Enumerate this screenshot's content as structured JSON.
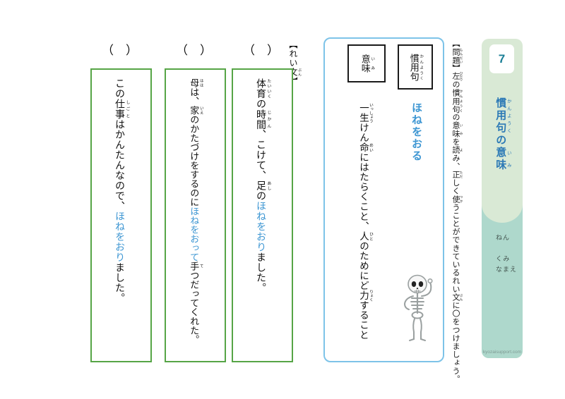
{
  "colors": {
    "accent_green": "#56a546",
    "accent_blue": "#3f97d3",
    "card_border": "#7dc3e8",
    "sidebar_green": "#d9e9d5",
    "sidebar_teal": "#aed8cc",
    "title_blue": "#2d7ab6",
    "number_teal": "#1a7f96"
  },
  "sidebar": {
    "number": "7",
    "title_segments": [
      {
        "text": "慣用句",
        "ruby": "かんようく"
      },
      {
        "text": "の"
      },
      {
        "text": "意味",
        "ruby": "いみ"
      }
    ],
    "fields": [
      "ねん",
      "くみ",
      "なまえ"
    ],
    "site": "kyozaisupport.com"
  },
  "instructions": {
    "segments": [
      {
        "text": "【"
      },
      {
        "text": "問題",
        "ruby": "もんだい"
      },
      {
        "text": "】"
      },
      {
        "text": "左",
        "ruby": "ひだり"
      },
      {
        "text": "の"
      },
      {
        "text": "慣用句",
        "ruby": "かんようく"
      },
      {
        "text": "の"
      },
      {
        "text": "意味",
        "ruby": "いみ"
      },
      {
        "text": "を"
      },
      {
        "text": "読",
        "ruby": "よ"
      },
      {
        "text": "み、"
      },
      {
        "text": "正",
        "ruby": "ただ"
      },
      {
        "text": "しく"
      },
      {
        "text": "使",
        "ruby": "つか"
      },
      {
        "text": "うことができているれい"
      },
      {
        "text": "文",
        "ruby": "ぶん"
      },
      {
        "text": "に〇をつけましょう。"
      }
    ]
  },
  "idiom_card": {
    "header_idiom_segments": [
      {
        "text": "慣用句",
        "ruby": "かんようく"
      }
    ],
    "header_meaning_segments": [
      {
        "text": "意味",
        "ruby": "いみ"
      }
    ],
    "idiom_segments": [
      {
        "text": "ほねをおる",
        "color": "blue"
      }
    ],
    "meaning_segments": [
      {
        "text": "一生",
        "ruby": "いっしょう"
      },
      {
        "text": "けん"
      },
      {
        "text": "命",
        "ruby": "めい"
      },
      {
        "text": "にはたらくこと、"
      },
      {
        "text": "人",
        "ruby": "ひと"
      },
      {
        "text": "のためにど"
      },
      {
        "text": "力",
        "ruby": "りょく"
      },
      {
        "text": "すること"
      }
    ],
    "mascot": "skeleton"
  },
  "example_label_segments": [
    {
      "text": "【れい"
    },
    {
      "text": "文",
      "ruby": "ぶん"
    },
    {
      "text": "】"
    }
  ],
  "marks": {
    "answer": "（　）"
  },
  "examples": [
    {
      "segments": [
        {
          "text": "体育",
          "ruby": "たいいく"
        },
        {
          "text": "の"
        },
        {
          "text": "時間",
          "ruby": "じかん"
        },
        {
          "text": "、こけて、"
        },
        {
          "text": "足",
          "ruby": "あし"
        },
        {
          "text": "の"
        },
        {
          "text": "ほねをおり",
          "color": "blue"
        },
        {
          "text": "ました。"
        }
      ]
    },
    {
      "segments": [
        {
          "text": "母",
          "ruby": "はは"
        },
        {
          "text": "は、"
        },
        {
          "text": "家",
          "ruby": "いえ"
        },
        {
          "text": "のかたづけをするのに"
        },
        {
          "text": "ほねをおって",
          "color": "blue"
        },
        {
          "text": "手",
          "ruby": "て"
        },
        {
          "text": "つだってくれた。"
        }
      ]
    },
    {
      "segments": [
        {
          "text": "この"
        },
        {
          "text": "仕事",
          "ruby": "しごと"
        },
        {
          "text": "はかんたんなので、"
        },
        {
          "text": "ほねをおり",
          "color": "blue"
        },
        {
          "text": "ました。"
        }
      ]
    }
  ]
}
